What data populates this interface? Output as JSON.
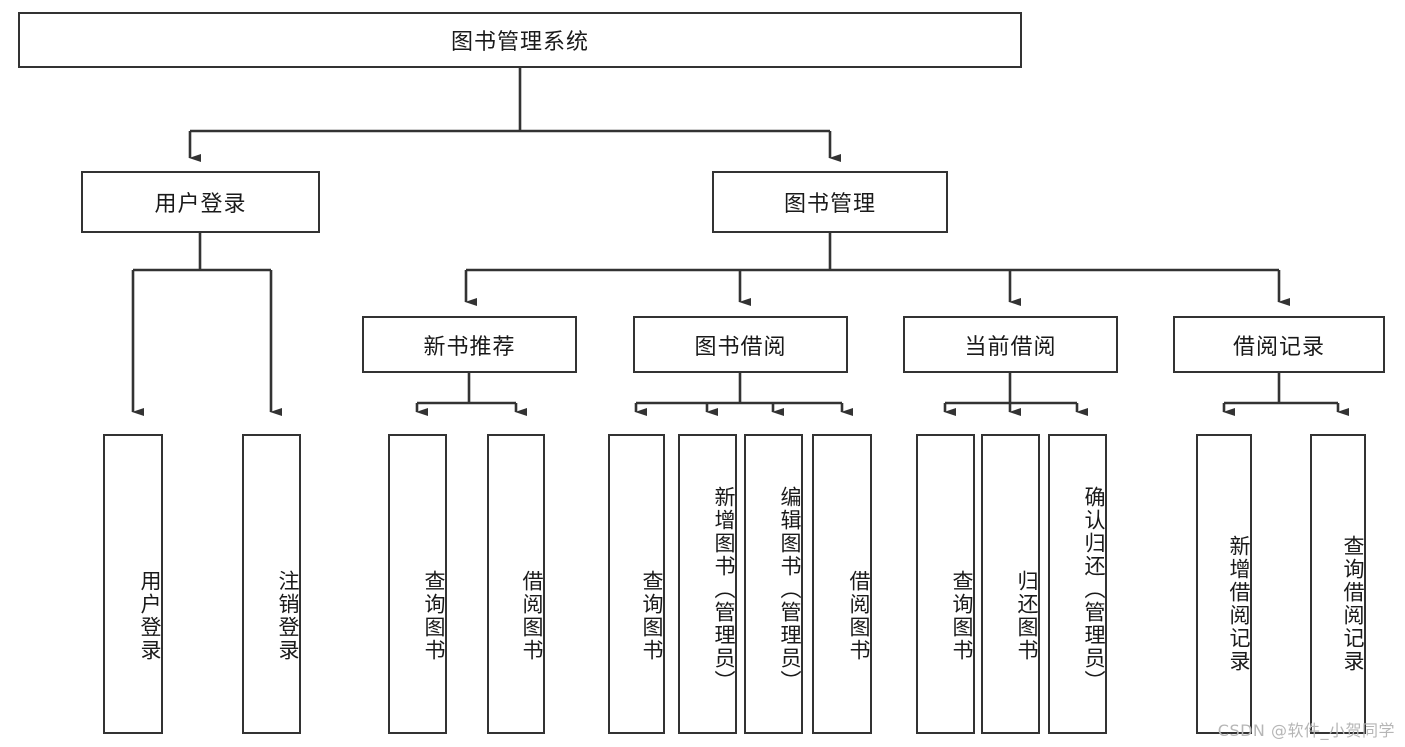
{
  "diagram": {
    "title": "图书管理系统",
    "type": "tree",
    "watermark": "CSDN @软件_小贺同学",
    "colors": {
      "box_border": "#333333",
      "box_fill": "#ffffff",
      "edge": "#333333",
      "text": "#1a1a1a",
      "watermark": "#b6b6b6"
    },
    "levels": {
      "root": {
        "label": "图书管理系统"
      },
      "level2": [
        {
          "label": "用户登录"
        },
        {
          "label": "图书管理"
        }
      ],
      "level3": [
        {
          "label": "新书推荐"
        },
        {
          "label": "图书借阅"
        },
        {
          "label": "当前借阅"
        },
        {
          "label": "借阅记录"
        }
      ]
    },
    "nodes": {
      "root": "图书管理系统",
      "user_login": "用户登录",
      "book_manage": "图书管理",
      "new_book_rec": "新书推荐",
      "book_borrow": "图书借阅",
      "current_borrow": "当前借阅",
      "borrow_record": "借阅记录",
      "leaf_user_login": "用户登录",
      "leaf_logout": "注销登录",
      "leaf_rec_query": "查询图书",
      "leaf_rec_borrow": "借阅图书",
      "leaf_borrow_query": "查询图书",
      "leaf_borrow_add": "新增图书（管理员）",
      "leaf_borrow_edit": "编辑图书（管理员）",
      "leaf_borrow_borrow": "借阅图书",
      "leaf_cur_query": "查询图书",
      "leaf_cur_return": "归还图书",
      "leaf_cur_confirm": "确认归还（管理员）",
      "leaf_rec_add": "新增借阅记录",
      "leaf_rec_search": "查询借阅记录"
    },
    "tree": {
      "name": "图书管理系统",
      "children": [
        {
          "name": "用户登录",
          "children": [
            {
              "name": "用户登录"
            },
            {
              "name": "注销登录"
            }
          ]
        },
        {
          "name": "图书管理",
          "children": [
            {
              "name": "新书推荐",
              "children": [
                {
                  "name": "查询图书"
                },
                {
                  "name": "借阅图书"
                }
              ]
            },
            {
              "name": "图书借阅",
              "children": [
                {
                  "name": "查询图书"
                },
                {
                  "name": "新增图书（管理员）"
                },
                {
                  "name": "编辑图书（管理员）"
                },
                {
                  "name": "借阅图书"
                }
              ]
            },
            {
              "name": "当前借阅",
              "children": [
                {
                  "name": "查询图书"
                },
                {
                  "name": "归还图书"
                },
                {
                  "name": "确认归还（管理员）"
                }
              ]
            },
            {
              "name": "借阅记录",
              "children": [
                {
                  "name": "新增借阅记录"
                },
                {
                  "name": "查询借阅记录"
                }
              ]
            }
          ]
        }
      ]
    }
  }
}
